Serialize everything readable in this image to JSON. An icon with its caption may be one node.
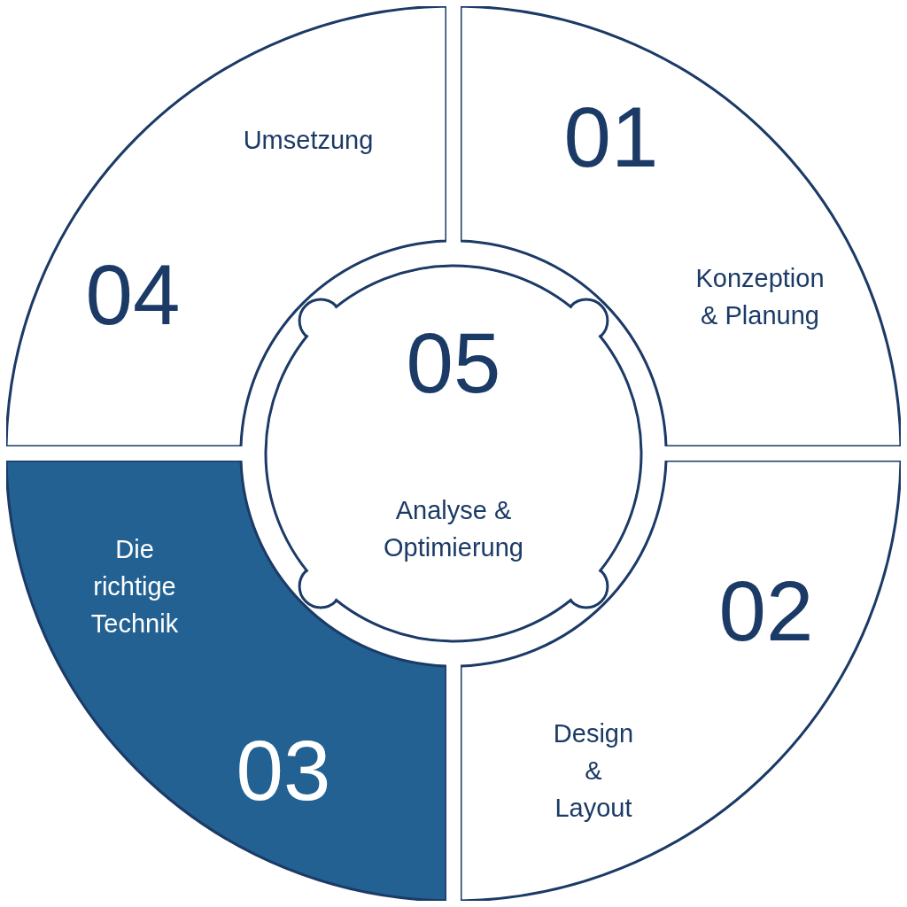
{
  "diagram": {
    "nodes": [
      {
        "text": [
          "01",
          "Konzeption & Planung"
        ]
      },
      {
        "text": [
          "02",
          "Design & Layout"
        ]
      },
      {
        "text": [
          "03",
          "Die richtige Technik"
        ]
      },
      {
        "text": [
          "04",
          "Umsetzung"
        ]
      },
      {
        "text": [
          "05",
          "Analyse & Optimierung"
        ]
      }
    ]
  }
}
